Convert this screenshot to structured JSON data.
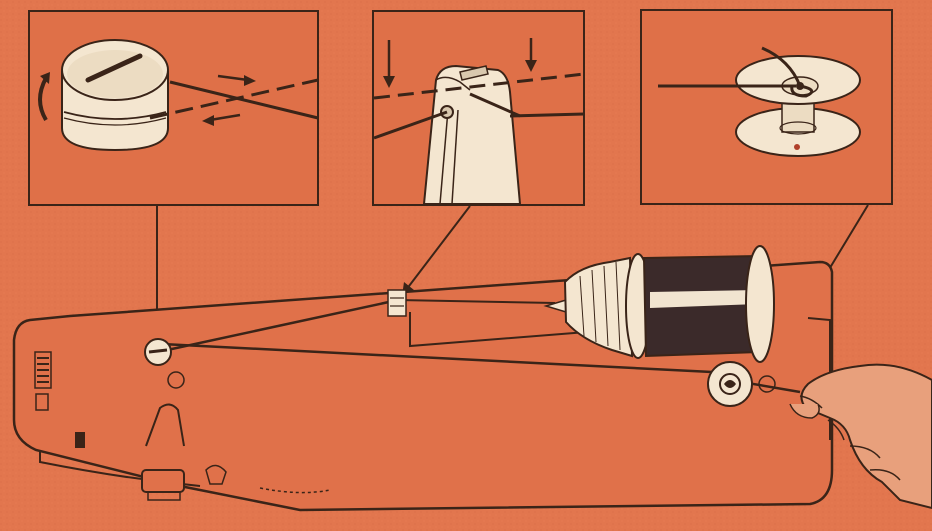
{
  "diagram": {
    "type": "sewing-machine-bobbin-winding-illustration",
    "colors": {
      "background": "#e2764e",
      "line": "#3a2418",
      "panel_bg": "#df7048",
      "part_fill": "#f4e6d0",
      "part_shade": "#d9c8ae",
      "thread_dark": "#3b2a2a",
      "skin": "#f0d8c0"
    },
    "panels": [
      {
        "name": "inset-tension-disc",
        "icons": [
          "tension-disc-icon",
          "rotation-arrow-icon",
          "direction-arrows-icon"
        ]
      },
      {
        "name": "inset-thread-guide",
        "icons": [
          "thread-guide-icon",
          "down-arrow-icon"
        ]
      },
      {
        "name": "inset-bobbin",
        "icons": [
          "bobbin-icon"
        ]
      }
    ],
    "machine_parts": [
      "machine-body",
      "spool-pin",
      "thread-spool",
      "thread-guide",
      "tension-disc",
      "bobbin-winder",
      "hand"
    ]
  }
}
